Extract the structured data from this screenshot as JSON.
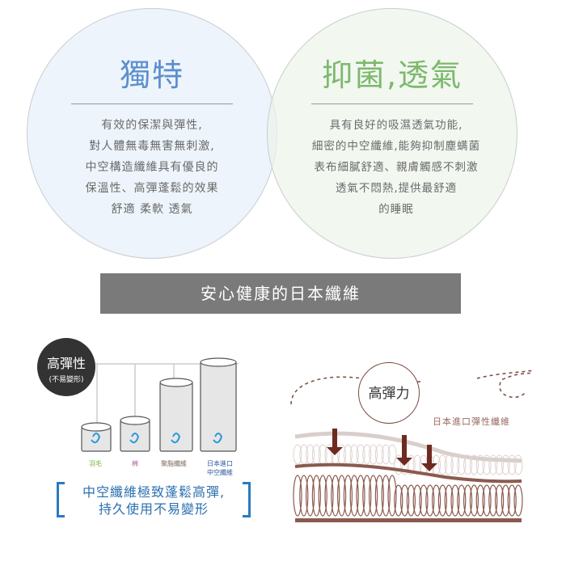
{
  "left_circle": {
    "title": "獨特",
    "lines": [
      "有效的保潔與彈性,",
      "對人體無毒無害無刺激,",
      "中空構造纖維具有優良的",
      "保溫性、高彈蓬鬆的效果",
      "舒適 柔軟 透氣"
    ]
  },
  "right_circle": {
    "title": "抑菌,透氣",
    "lines": [
      "具有良好的吸濕透氣功能,",
      "細密的中空纖維,能夠抑制塵螨菌",
      "表布細膩舒適、親膚觸感不刺激",
      "透氣不悶熱,提供最舒適",
      "的睡眠"
    ]
  },
  "banner": "安心健康的日本纖維",
  "comparison": {
    "badge_title": "高彈性",
    "badge_sub": "(不易變形)",
    "items": [
      {
        "label": "羽毛",
        "color": "#7cb342"
      },
      {
        "label": "棉",
        "color": "#b05a9a"
      },
      {
        "label": "聚脂纖維",
        "color": "#7a6a5a"
      },
      {
        "label": "日本進口\n中空纖維",
        "color": "#2f5aa0"
      }
    ],
    "tagline": [
      "中空纖維極致蓬鬆高彈,",
      "持久使用不易變形"
    ]
  },
  "diagram": {
    "circle_label": "高彈力",
    "fiber_label": "日本進口彈性纖維"
  }
}
